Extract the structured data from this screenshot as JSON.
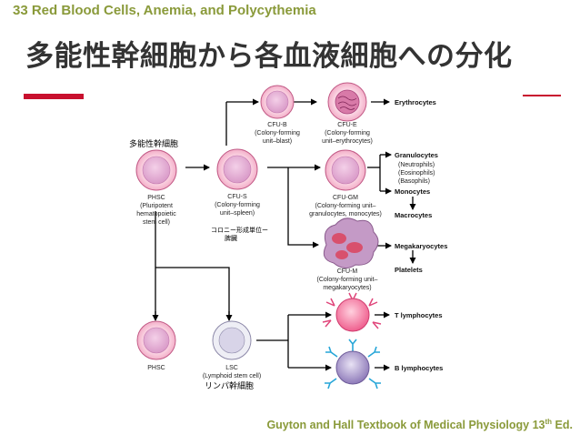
{
  "header": {
    "chapter": "33  Red Blood Cells, Anemia, and Polycythemia",
    "title": "多能性幹細胞から各血液細胞への分化"
  },
  "footer": {
    "source_prefix": "Guyton and Hall Textbook of Medical Physiology 13",
    "source_sup": "th",
    "source_suffix": " Ed."
  },
  "diagram": {
    "labels": {
      "pluripotent_jp": "多能性幹細胞",
      "cfus_jp1": "コロニー形成単位ー",
      "cfus_jp2": "脾臓",
      "lymphoid_jp": "リンパ幹細胞"
    },
    "cells": {
      "phsc": [
        "PHSC",
        "(Pluripotent",
        "hematopoietic",
        "stem cell)"
      ],
      "cfus": [
        "CFU-S",
        "(Colony-forming",
        "unit–spleen)"
      ],
      "cfub": [
        "CFU-B",
        "(Colony-forming",
        "unit–blast)"
      ],
      "cfue": [
        "CFU-E",
        "(Colony-forming",
        "unit–erythrocytes)"
      ],
      "cfugm": [
        "CFU-GM",
        "(Colony-forming unit–",
        "granulocytes, monocytes)"
      ],
      "cfum": [
        "CFU-M",
        "(Colony-forming unit–",
        "megakaryocytes)"
      ],
      "phsc2": [
        "PHSC"
      ],
      "lsc": [
        "LSC",
        "(Lymphoid stem cell)"
      ]
    },
    "outputs": {
      "erythrocytes": "Erythrocytes",
      "granulocytes": "Granulocytes",
      "neutrophils": "(Neutrophils)",
      "eosinophils": "(Eosinophils)",
      "basophils": "(Basophils)",
      "monocytes": "Monocytes",
      "macrocytes": "Macrocytes",
      "megakaryocytes": "Megakaryocytes",
      "platelets": "Platelets",
      "t_lymphocytes": "T lymphocytes",
      "b_lymphocytes": "B lymphocytes"
    }
  },
  "colors": {
    "chapter": "#8a9a3a",
    "title": "#333333",
    "accent_red": "#c8102e",
    "cell_pink": "#f6b8cf",
    "cell_nucleus": "#e8b4d6",
    "t_cell": "#f15a8a",
    "b_cell": "#9a86c2",
    "receptor": "#27a6d8",
    "megakaryocyte": "#b489b5"
  }
}
